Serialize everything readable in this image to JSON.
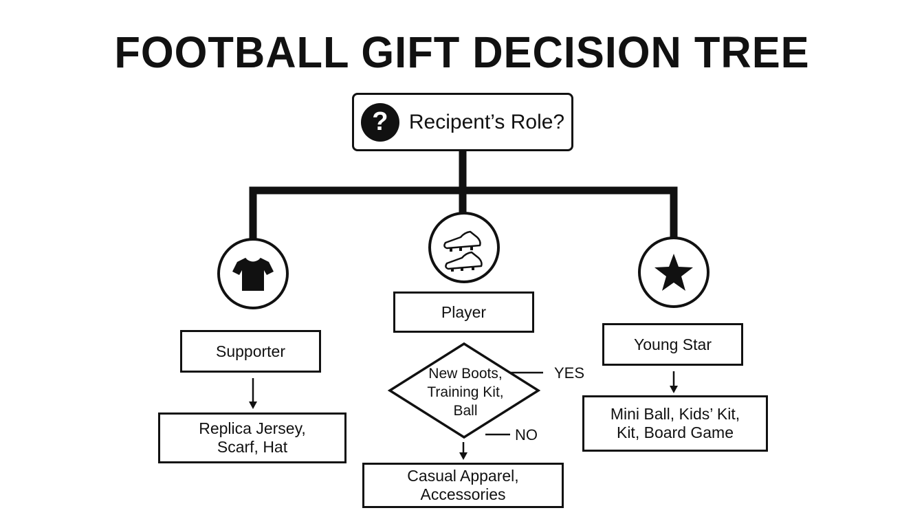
{
  "title": "FOOTBALL GIFT DECISION TREE",
  "root": {
    "label": "Recipent’s Role?",
    "icon": "question-mark-icon",
    "glyph": "?"
  },
  "branches": {
    "supporter": {
      "icon": "tshirt-icon",
      "label": "Supporter",
      "result": [
        "Replica Jersey,",
        "Scarf, Hat"
      ]
    },
    "player": {
      "icon": "football-boots-icon",
      "label": "Player",
      "decision": [
        "New Boots,",
        "Training Kit,",
        "Ball"
      ],
      "yes_label": "YES",
      "no_label": "NO",
      "result": "Casual Apparel, Accessories"
    },
    "young_star": {
      "icon": "star-icon",
      "label": "Young Star",
      "result": [
        "Mini Ball, Kids’ Kit,",
        "Kit, Board Game"
      ]
    }
  }
}
